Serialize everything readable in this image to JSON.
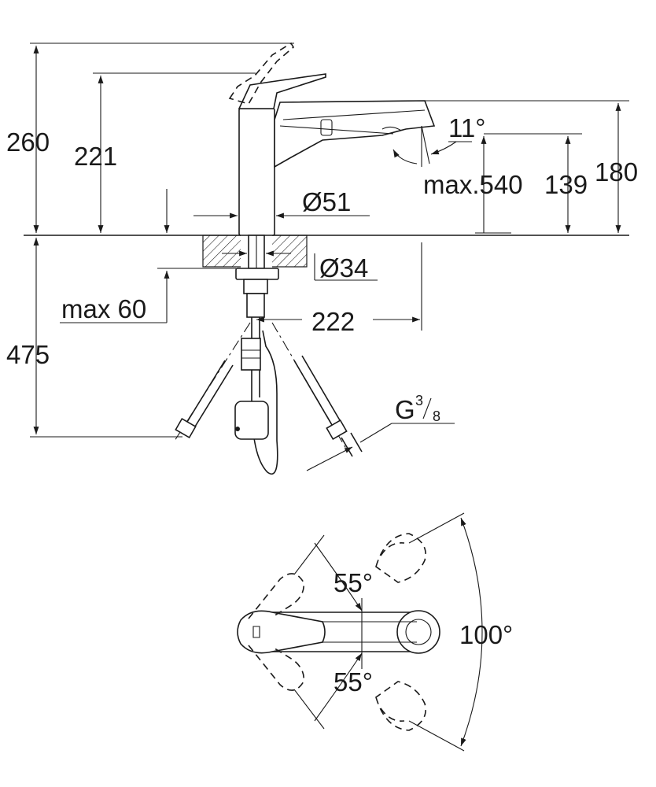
{
  "dimensions": {
    "total_height": "260",
    "spout_height": "221",
    "tap_height": "180",
    "aerator_height": "139",
    "pullout_length": "max.540",
    "spout_angle": "11°",
    "base_diameter": "Ø51",
    "hole_diameter": "Ø34",
    "max_counter_thickness": "max 60",
    "under_counter_depth": "475",
    "spout_reach": "222"
  },
  "thread": {
    "letter": "G",
    "numerator": "3",
    "denominator": "8"
  },
  "rotation": {
    "lever_upper": "55°",
    "lever_lower": "55°",
    "spout_swivel": "100°"
  }
}
